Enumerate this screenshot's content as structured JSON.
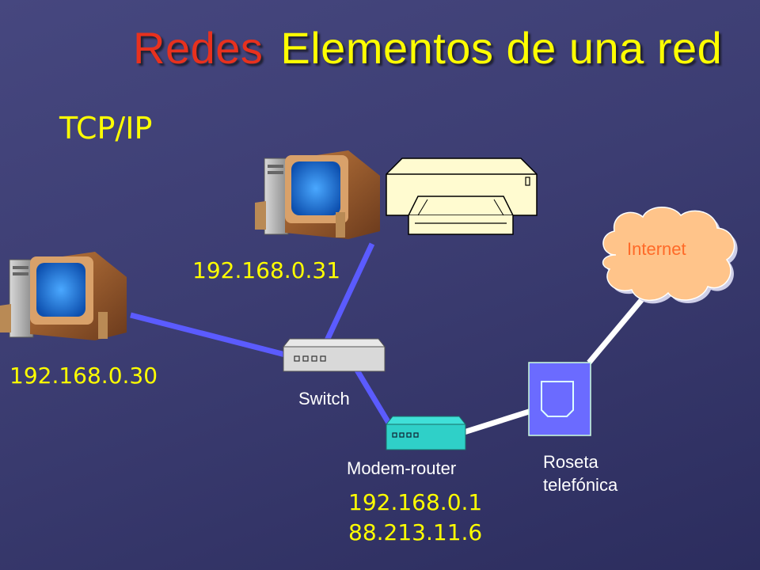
{
  "title": {
    "part1": "Redes",
    "part2": "Elementos de una red"
  },
  "subtitle": "TCP/IP",
  "nodes": {
    "pc1_ip": "192.168.0.30",
    "pc2_ip": "192.168.0.31",
    "switch_label": "Switch",
    "router_label": "Modem-router",
    "router_ip_lan": "192.168.0.1",
    "router_ip_wan": "88.213.11.6",
    "jack_label_line1": "Roseta",
    "jack_label_line2": "telefónica",
    "cloud_label": "Internet"
  },
  "colors": {
    "background": "#3c3d72",
    "title_red": "#e8311e",
    "title_yellow": "#ffff00",
    "lan_cable": "#5b5bff",
    "phone_cable": "#ffffff",
    "cloud": "#ffc48a",
    "cloud_text": "#ff6a28",
    "router": "#2fd0c8",
    "jack": "#6b6bff"
  },
  "icons": [
    "pc-icon",
    "printer-icon",
    "switch-icon",
    "router-icon",
    "wall-jack-icon",
    "cloud-icon"
  ]
}
